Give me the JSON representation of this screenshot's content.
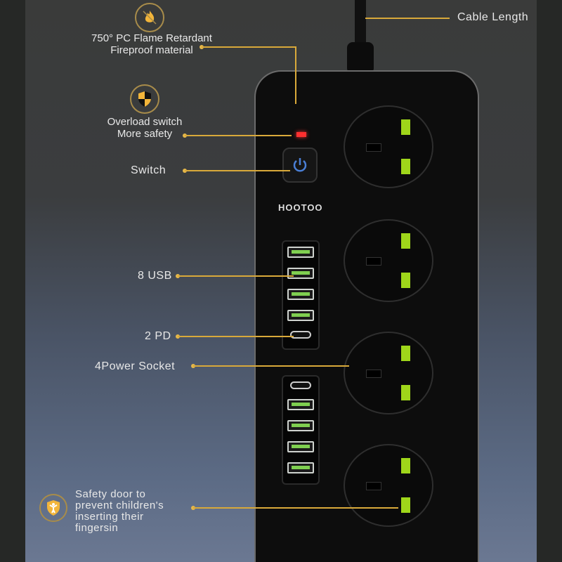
{
  "labels": {
    "cable_length": "Cable Length",
    "flame_line1": "750° PC Flame Retardant",
    "flame_line2": "Fireproof  material",
    "overload_line1": "Overload switch",
    "overload_line2": "More safety",
    "switch": "Switch",
    "usb": "8 USB",
    "pd": "2 PD",
    "power_socket": "4Power Socket",
    "safety_line1": "Safety door to",
    "safety_line2": "prevent children's",
    "safety_line3": "inserting their",
    "safety_line4": "fingersin"
  },
  "product": {
    "brand": "HOOTOO"
  },
  "colors": {
    "accent": "#d9a93a",
    "badge": "#f2b53a",
    "pins": "#9fd61a",
    "led": "#ff3030",
    "power_icon": "#4a7fd6"
  }
}
